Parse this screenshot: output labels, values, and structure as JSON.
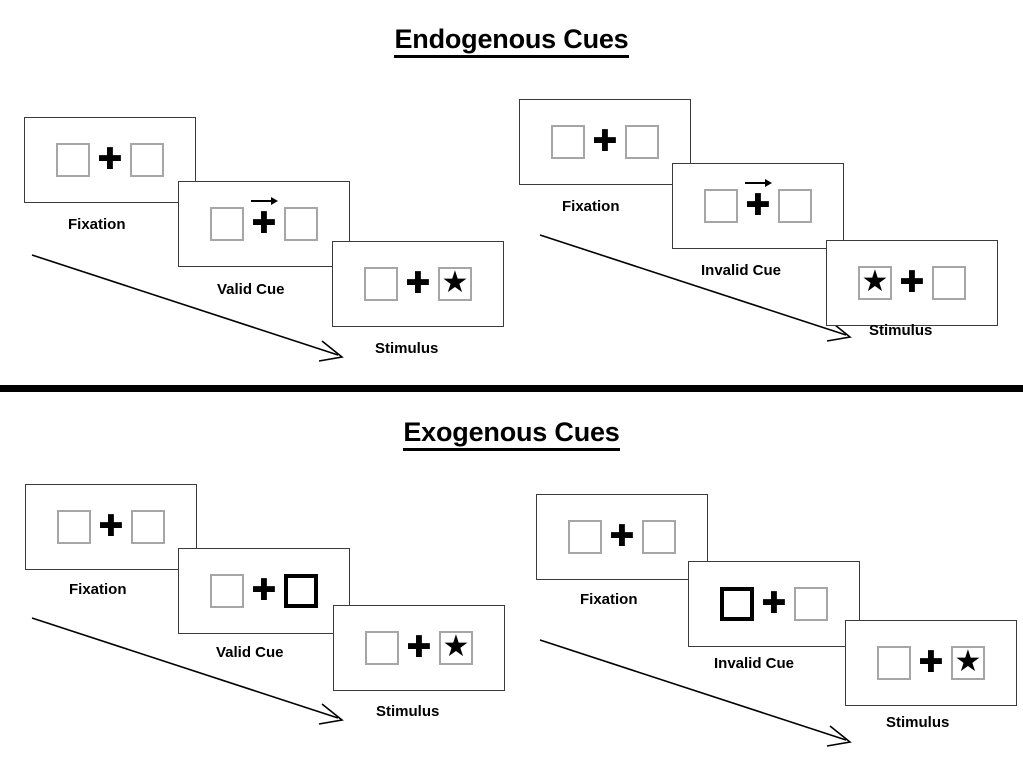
{
  "figure": {
    "divider_color": "#000000",
    "box_border_color": "#a6a6a6",
    "cued_box_border_color": "#000000",
    "frame_border_color": "#3b3b3b"
  },
  "sections": [
    {
      "id": "endogenous",
      "title": "Endogenous Cues",
      "cue_type": "arrow",
      "conditions": [
        {
          "id": "valid",
          "stages": [
            {
              "caption": "Fixation",
              "cue": "none",
              "arrow": "none",
              "star": "none"
            },
            {
              "caption": "Valid Cue",
              "cue": "arrow-right",
              "arrow": "right",
              "star": "none"
            },
            {
              "caption": "Stimulus",
              "cue": "none",
              "arrow": "none",
              "star": "right"
            }
          ]
        },
        {
          "id": "invalid",
          "stages": [
            {
              "caption": "Fixation",
              "cue": "none",
              "arrow": "none",
              "star": "none"
            },
            {
              "caption": "Invalid Cue",
              "cue": "arrow-right",
              "arrow": "right",
              "star": "none"
            },
            {
              "caption": "Stimulus",
              "cue": "none",
              "arrow": "none",
              "star": "left"
            }
          ]
        }
      ]
    },
    {
      "id": "exogenous",
      "title": "Exogenous Cues",
      "cue_type": "box-highlight",
      "conditions": [
        {
          "id": "valid",
          "stages": [
            {
              "caption": "Fixation",
              "cue": "none",
              "highlight": "none",
              "star": "none"
            },
            {
              "caption": "Valid Cue",
              "cue": "highlight-right",
              "highlight": "right",
              "star": "none"
            },
            {
              "caption": "Stimulus",
              "cue": "none",
              "highlight": "none",
              "star": "right"
            }
          ]
        },
        {
          "id": "invalid",
          "stages": [
            {
              "caption": "Fixation",
              "cue": "none",
              "highlight": "none",
              "star": "none"
            },
            {
              "caption": "Invalid Cue",
              "cue": "highlight-left",
              "highlight": "left",
              "star": "none"
            },
            {
              "caption": "Stimulus",
              "cue": "none",
              "highlight": "none",
              "star": "right"
            }
          ]
        }
      ]
    }
  ],
  "glyphs": {
    "fixation_cross": "✚",
    "star": "★"
  }
}
